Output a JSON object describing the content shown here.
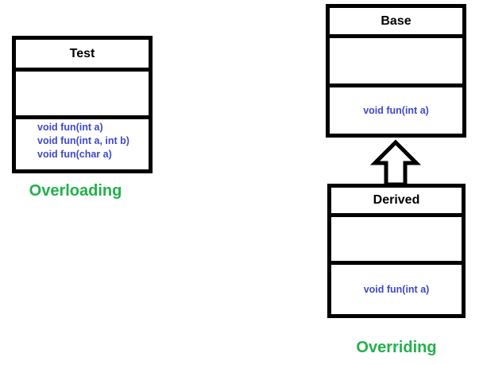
{
  "colors": {
    "box_border": "#000000",
    "title_text": "#000000",
    "method_text": "#3f48cc",
    "label_text": "#22b14c",
    "background": "#ffffff"
  },
  "overloading_section": {
    "class_box": {
      "title": "Test",
      "methods": [
        "void fun(int a)",
        "void fun(int a, int b)",
        "void fun(char a)"
      ]
    },
    "label": "Overloading"
  },
  "overriding_section": {
    "base_box": {
      "title": "Base",
      "methods": [
        "void fun(int a)"
      ]
    },
    "derived_box": {
      "title": "Derived",
      "methods": [
        "void fun(int a)"
      ]
    },
    "arrow_icon": "hollow-inheritance-arrow-up",
    "label": "Overriding"
  }
}
